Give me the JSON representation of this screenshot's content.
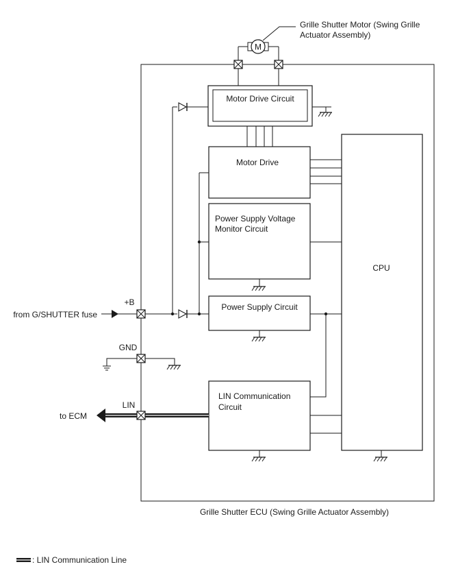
{
  "title_motor": {
    "line1": "Grille Shutter Motor (Swing Grille",
    "line2": "Actuator Assembly)"
  },
  "motor_symbol": "M",
  "blocks": {
    "motor_drive_circuit": "Motor Drive Circuit",
    "motor_drive": "Motor Drive",
    "power_monitor_line1": "Power Supply Voltage",
    "power_monitor_line2": "Monitor Circuit",
    "power_supply": "Power Supply Circuit",
    "lin_comm_line1": "LIN Communication",
    "lin_comm_line2": "Circuit",
    "cpu": "CPU"
  },
  "terminals": {
    "b_plus": "+B",
    "gnd": "GND",
    "lin": "LIN"
  },
  "external": {
    "from_fuse": "from G/SHUTTER fuse",
    "to_ecm": "to ECM"
  },
  "ecu_caption": "Grille Shutter ECU (Swing Grille Actuator Assembly)",
  "legend": {
    "label": ": LIN Communication Line"
  }
}
